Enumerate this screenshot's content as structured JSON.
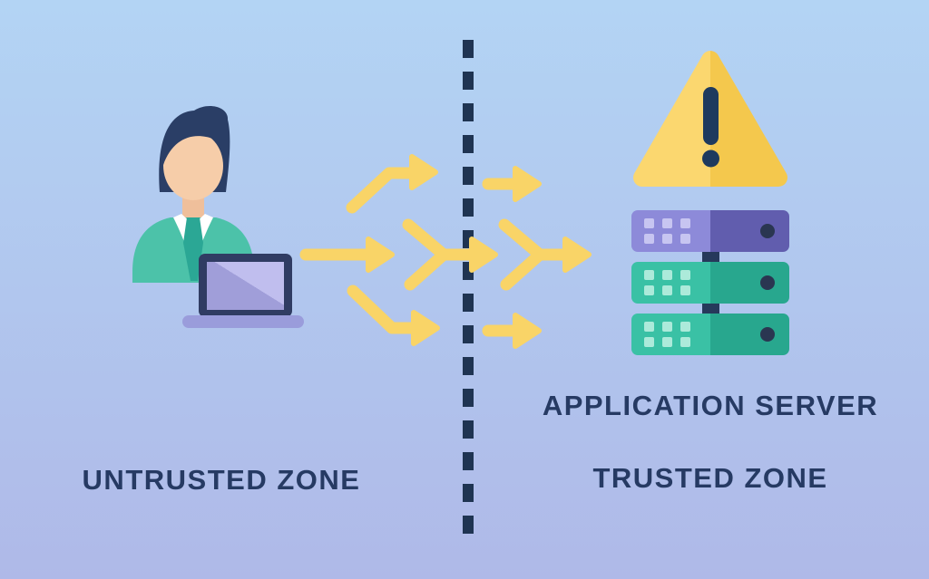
{
  "scene": {
    "left_zone_label": "UNTRUSTED ZONE",
    "right_zone_label": "TRUSTED ZONE",
    "server_label": "APPLICATION SERVER"
  },
  "colors": {
    "background_top": "#B3D4F4",
    "background_bottom": "#AFB9E8",
    "label_text": "#263A63",
    "arrow_yellow": "#F9D467",
    "divider_navy": "#1F3452",
    "warning_yellow_light": "#FBD76F",
    "warning_yellow_dark": "#F4C84D",
    "warning_exclamation": "#1E3A5E",
    "server_purple_light": "#8D8AD9",
    "server_purple_dark": "#615DAE",
    "server_teal_light": "#3AC1A5",
    "server_teal_dark": "#28A78E",
    "server_vent_purple": "#C7C5F1",
    "server_vent_teal": "#ACEADA",
    "server_dot": "#2A3651",
    "server_connector": "#26395B",
    "hair": "#2A3E66",
    "skin": "#F6CDA9",
    "skin_shadow": "#EFBF9B",
    "shirt": "#4CC2A9",
    "collar": "#FFFFFF",
    "tie": "#2BA795",
    "laptop_frame": "#303C63",
    "laptop_base": "#9A9CDB",
    "laptop_hinge": "#39426A",
    "laptop_screen_light": "#C0BEEE",
    "laptop_screen_dark": "#A09ED9"
  }
}
